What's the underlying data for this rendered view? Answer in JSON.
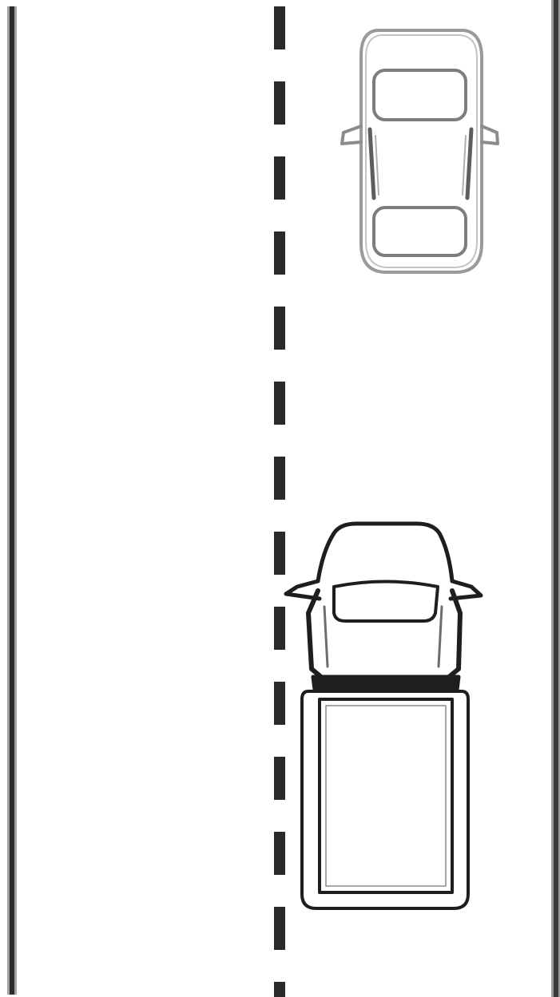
{
  "scene": {
    "kind": "road-diagram",
    "colors": {
      "background": "#ffffff",
      "road_edge": "#2b2b2b",
      "road_edge_soft": "#8a8a8a",
      "lane_divider": "#2a2a2a",
      "car_outline": "#9a9a9a",
      "car_detail": "#6f6f6f",
      "truck_outline": "#1e1e1e",
      "truck_detail": "#444444"
    },
    "elements": {
      "left_road_edge": "solid-line",
      "center_lane_divider": "dashed-line",
      "right_road_edge": "solid-line",
      "car": "car-top-view-icon",
      "truck": "pickup-truck-top-view-icon"
    }
  }
}
